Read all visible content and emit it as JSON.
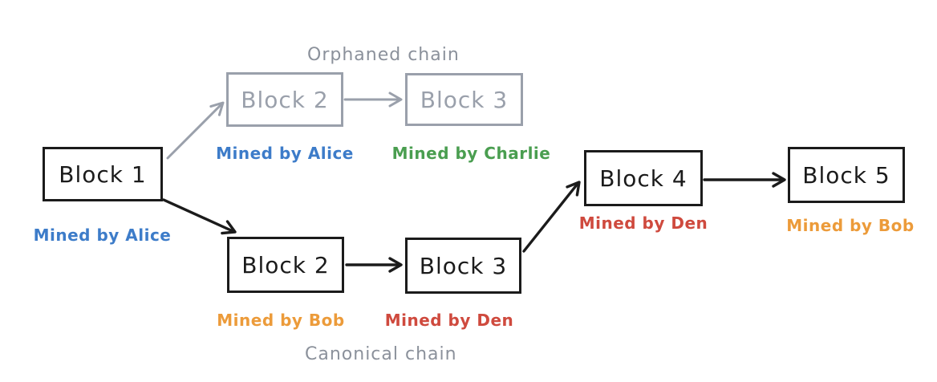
{
  "diagram": {
    "orphaned_chain_label": "Orphaned chain",
    "canonical_chain_label": "Canonical chain",
    "blocks": {
      "block1": {
        "label": "Block 1",
        "miner": "Mined by Alice"
      },
      "orphan_block2": {
        "label": "Block 2",
        "miner": "Mined by Alice"
      },
      "orphan_block3": {
        "label": "Block 3",
        "miner": "Mined by Charlie"
      },
      "canonical_block2": {
        "label": "Block 2",
        "miner": "Mined by Bob"
      },
      "canonical_block3": {
        "label": "Block 3",
        "miner": "Mined by Den"
      },
      "block4": {
        "label": "Block 4",
        "miner": "Mined by Den"
      },
      "block5": {
        "label": "Block 5",
        "miner": "Mined by Bob"
      }
    },
    "colors": {
      "alice_blue": "#3d7cc9",
      "charlie_green": "#4a9e50",
      "bob_orange": "#ec9b3a",
      "den_red": "#cf4a3e",
      "orphaned_gray": "#9aa0ab",
      "chain_label_gray": "#8b919b",
      "block_border_black": "#1b1b1b"
    }
  }
}
